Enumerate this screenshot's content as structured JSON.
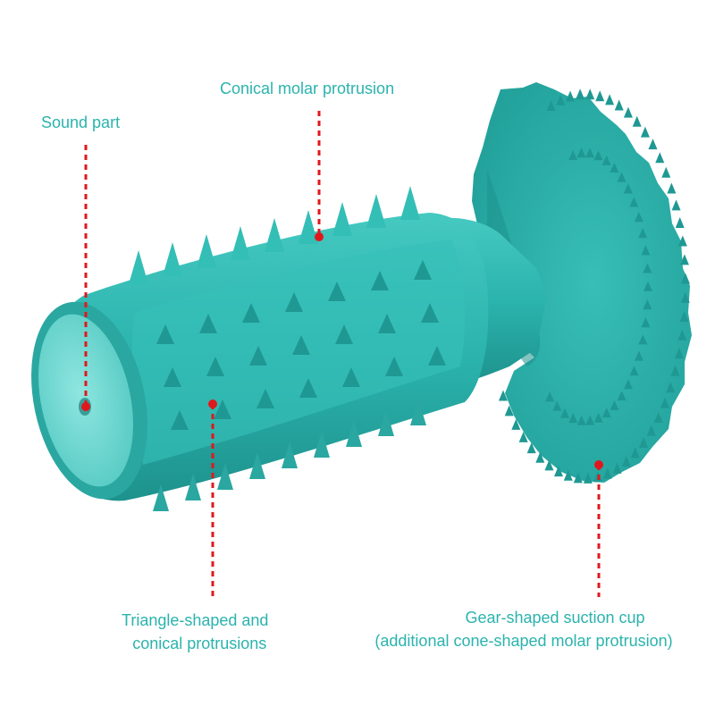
{
  "labels": {
    "sound_part": "Sound part",
    "conical_molar": "Conical molar protrusion",
    "triangle_line1": "Triangle-shaped and",
    "triangle_line2": "conical protrusions",
    "gear_line1": "Gear-shaped suction cup",
    "gear_line2": "(additional cone-shaped molar protrusion)"
  },
  "colors": {
    "label_text": "#2bb3ad",
    "leader_line": "#e0181e",
    "toy_body": "#2bb3ad",
    "toy_shadow": "#1f9893",
    "toy_highlight": "#4fd0c8",
    "end_cap": "#7fe0da"
  }
}
